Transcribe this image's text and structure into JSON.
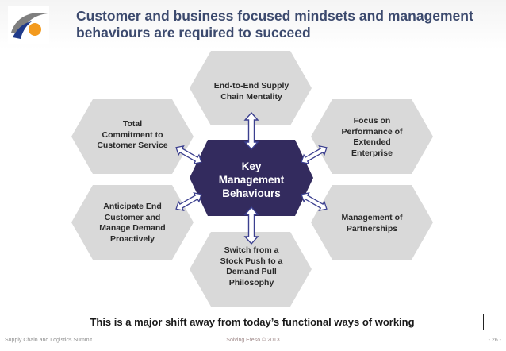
{
  "title": "Customer and business focused mindsets and management\nbehaviours are required to succeed",
  "diagram": {
    "center": "Key\nManagement\nBehaviours",
    "nodes": {
      "top": "End-to-End Supply\nChain Mentality",
      "upper_left": "Total\nCommitment to\nCustomer Service",
      "upper_right": "Focus on\nPerformance of\nExtended\nEnterprise",
      "lower_left": "Anticipate End\nCustomer and\nManage Demand\nProactively",
      "lower_right": "Management of\nPartnerships",
      "bottom": "Switch from a\nStock Push to a\nDemand Pull\nPhilosophy"
    },
    "colors": {
      "center_fill": "#332b5e",
      "node_fill": "#d9d9d9",
      "arrow_fill": "#ffffff",
      "arrow_stroke": "#3b3f8f"
    }
  },
  "banner": "This is a major shift away from today’s functional ways of working",
  "footer": {
    "left": "Supply Chain and Logistics Summit",
    "center": "Solving Efeso © 2013",
    "right": "- 26 -"
  }
}
